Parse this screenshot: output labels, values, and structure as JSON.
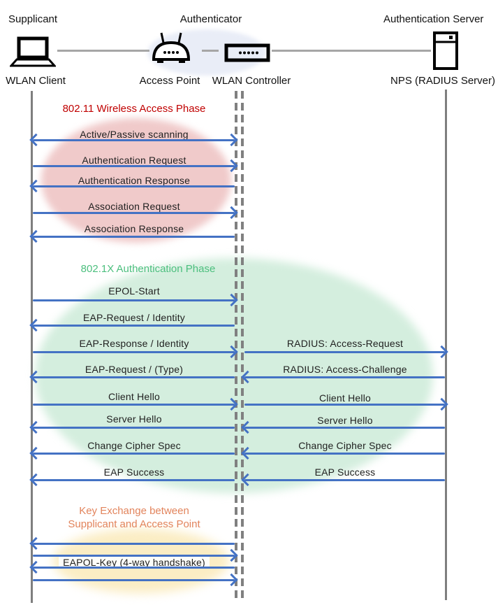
{
  "header": {
    "roles": {
      "supplicant": "Supplicant",
      "authenticator": "Authenticator",
      "auth_server": "Authentication Server"
    },
    "devices": {
      "wlan_client": "WLAN Client",
      "access_point": "Access Point",
      "wlan_controller": "WLAN Controller",
      "nps": "NPS (RADIUS Server)"
    },
    "icons": [
      "laptop-icon",
      "access-point-icon",
      "wlan-controller-icon",
      "server-icon"
    ]
  },
  "phases": {
    "wireless_access": {
      "title": "802.11 Wireless Access Phase",
      "color": "#C00000"
    },
    "authentication": {
      "title": "802.1X Authentication Phase",
      "color": "#4CBF7E"
    },
    "key_exchange": {
      "title_line1": "Key Exchange between",
      "title_line2": "Supplicant and Access Point",
      "color": "#E2845C"
    }
  },
  "messages": {
    "scanning": "Active/Passive scanning",
    "auth_request": "Authentication Request",
    "auth_response": "Authentication Response",
    "assoc_request": "Association Request",
    "assoc_response": "Association Response",
    "epol_start": "EPOL-Start",
    "eap_request_identity": "EAP-Request / Identity",
    "eap_response_identity": "EAP-Response / Identity",
    "radius_access_request": "RADIUS: Access-Request",
    "eap_request_type": "EAP-Request / (Type)",
    "radius_access_challenge": "RADIUS: Access-Challenge",
    "client_hello_left": "Client Hello",
    "client_hello_right": "Client Hello",
    "server_hello_left": "Server Hello",
    "server_hello_right": "Server Hello",
    "change_cipher_left": "Change Cipher Spec",
    "change_cipher_right": "Change Cipher Spec",
    "eap_success_left": "EAP Success",
    "eap_success_right": "EAP Success",
    "eapol_key": "EAPOL-Key (4-way handshake)"
  },
  "colors": {
    "arrow_blue": "#4472C4",
    "lifeline_gray": "#7F7F7F",
    "dash_gray": "#808080",
    "connector_gray": "#A6A6A6",
    "phase1_fill": "#F0CACA",
    "phase2_fill": "#D4EEDE",
    "phase3_fill": "#FBEDC4",
    "header_ellipse": "#E9EDF7"
  }
}
